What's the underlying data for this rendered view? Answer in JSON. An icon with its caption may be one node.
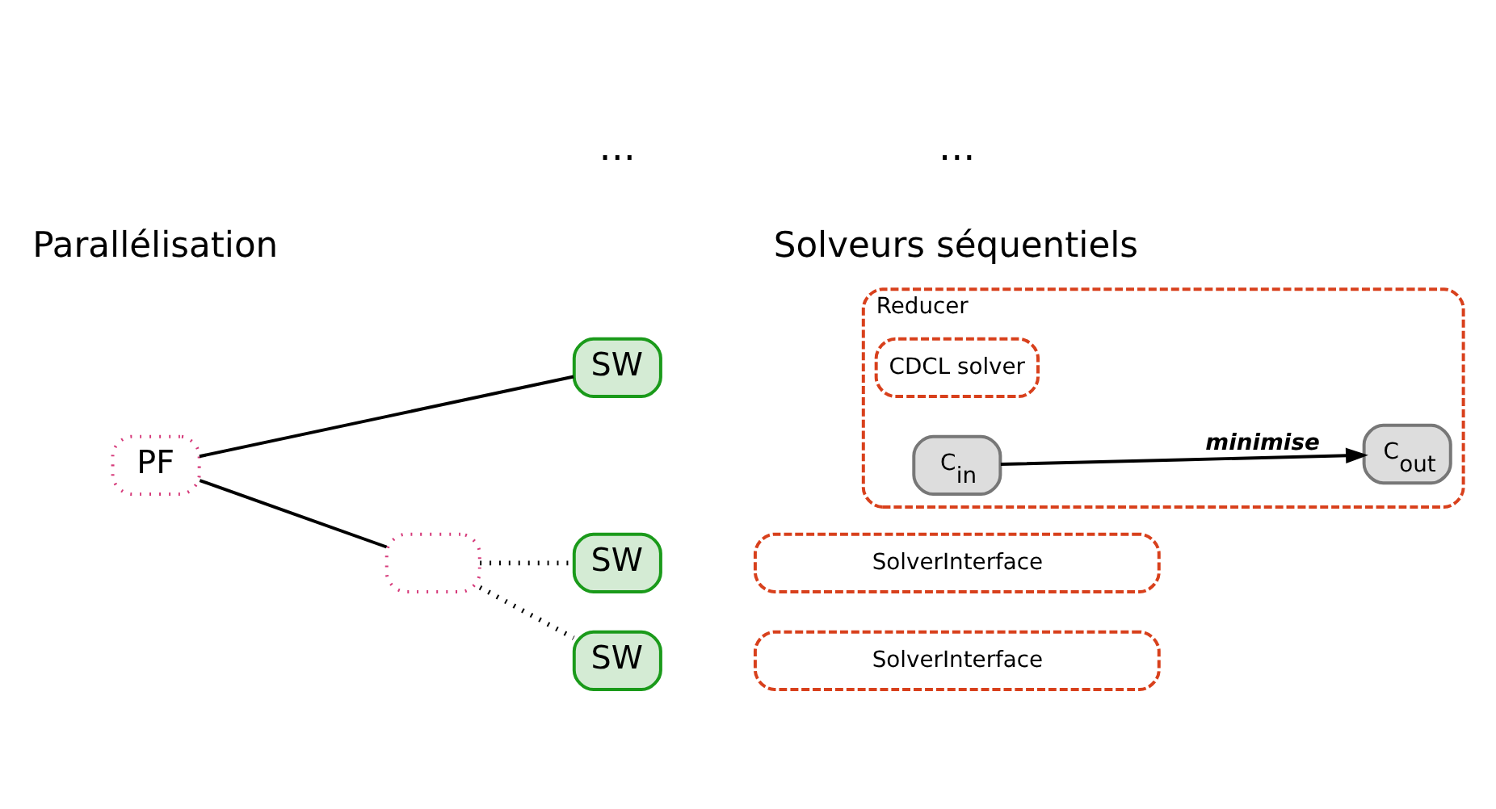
{
  "diagram": {
    "nodes": [
      {
        "text": [
          "PF"
        ]
      },
      {
        "text": [
          "SW"
        ]
      },
      {
        "text": [],
        "shape": "box"
      },
      {
        "text": [
          "SW"
        ]
      },
      {
        "text": [
          "SW"
        ]
      },
      {
        "text": [
          "Reducer"
        ]
      },
      {
        "text": [
          "CDCL solver"
        ],
        "in": 5
      },
      {
        "text": [
          "C$_{in}$"
        ],
        "in": 5
      },
      {
        "text": [
          "C$_{out}$"
        ],
        "in": 5
      },
      {
        "text": [
          "SolverInterface"
        ]
      },
      {
        "text": [
          "SolverInterface"
        ]
      }
    ],
    "edges": [
      {
        "from": 0,
        "to": 1,
        "arrow": "none"
      },
      {
        "from": 0,
        "to": 2,
        "arrow": "none"
      },
      {
        "from": 2,
        "to": 3,
        "arrow": "none",
        "style": "dashed"
      },
      {
        "from": 2,
        "to": 4,
        "arrow": "none",
        "style": "dashed"
      },
      {
        "from": 7,
        "to": 8,
        "arrow": "to",
        "label": "minimise"
      }
    ],
    "labels": [
      "Parallélisation",
      "Solveurs séquentiels",
      "...",
      "..."
    ]
  }
}
